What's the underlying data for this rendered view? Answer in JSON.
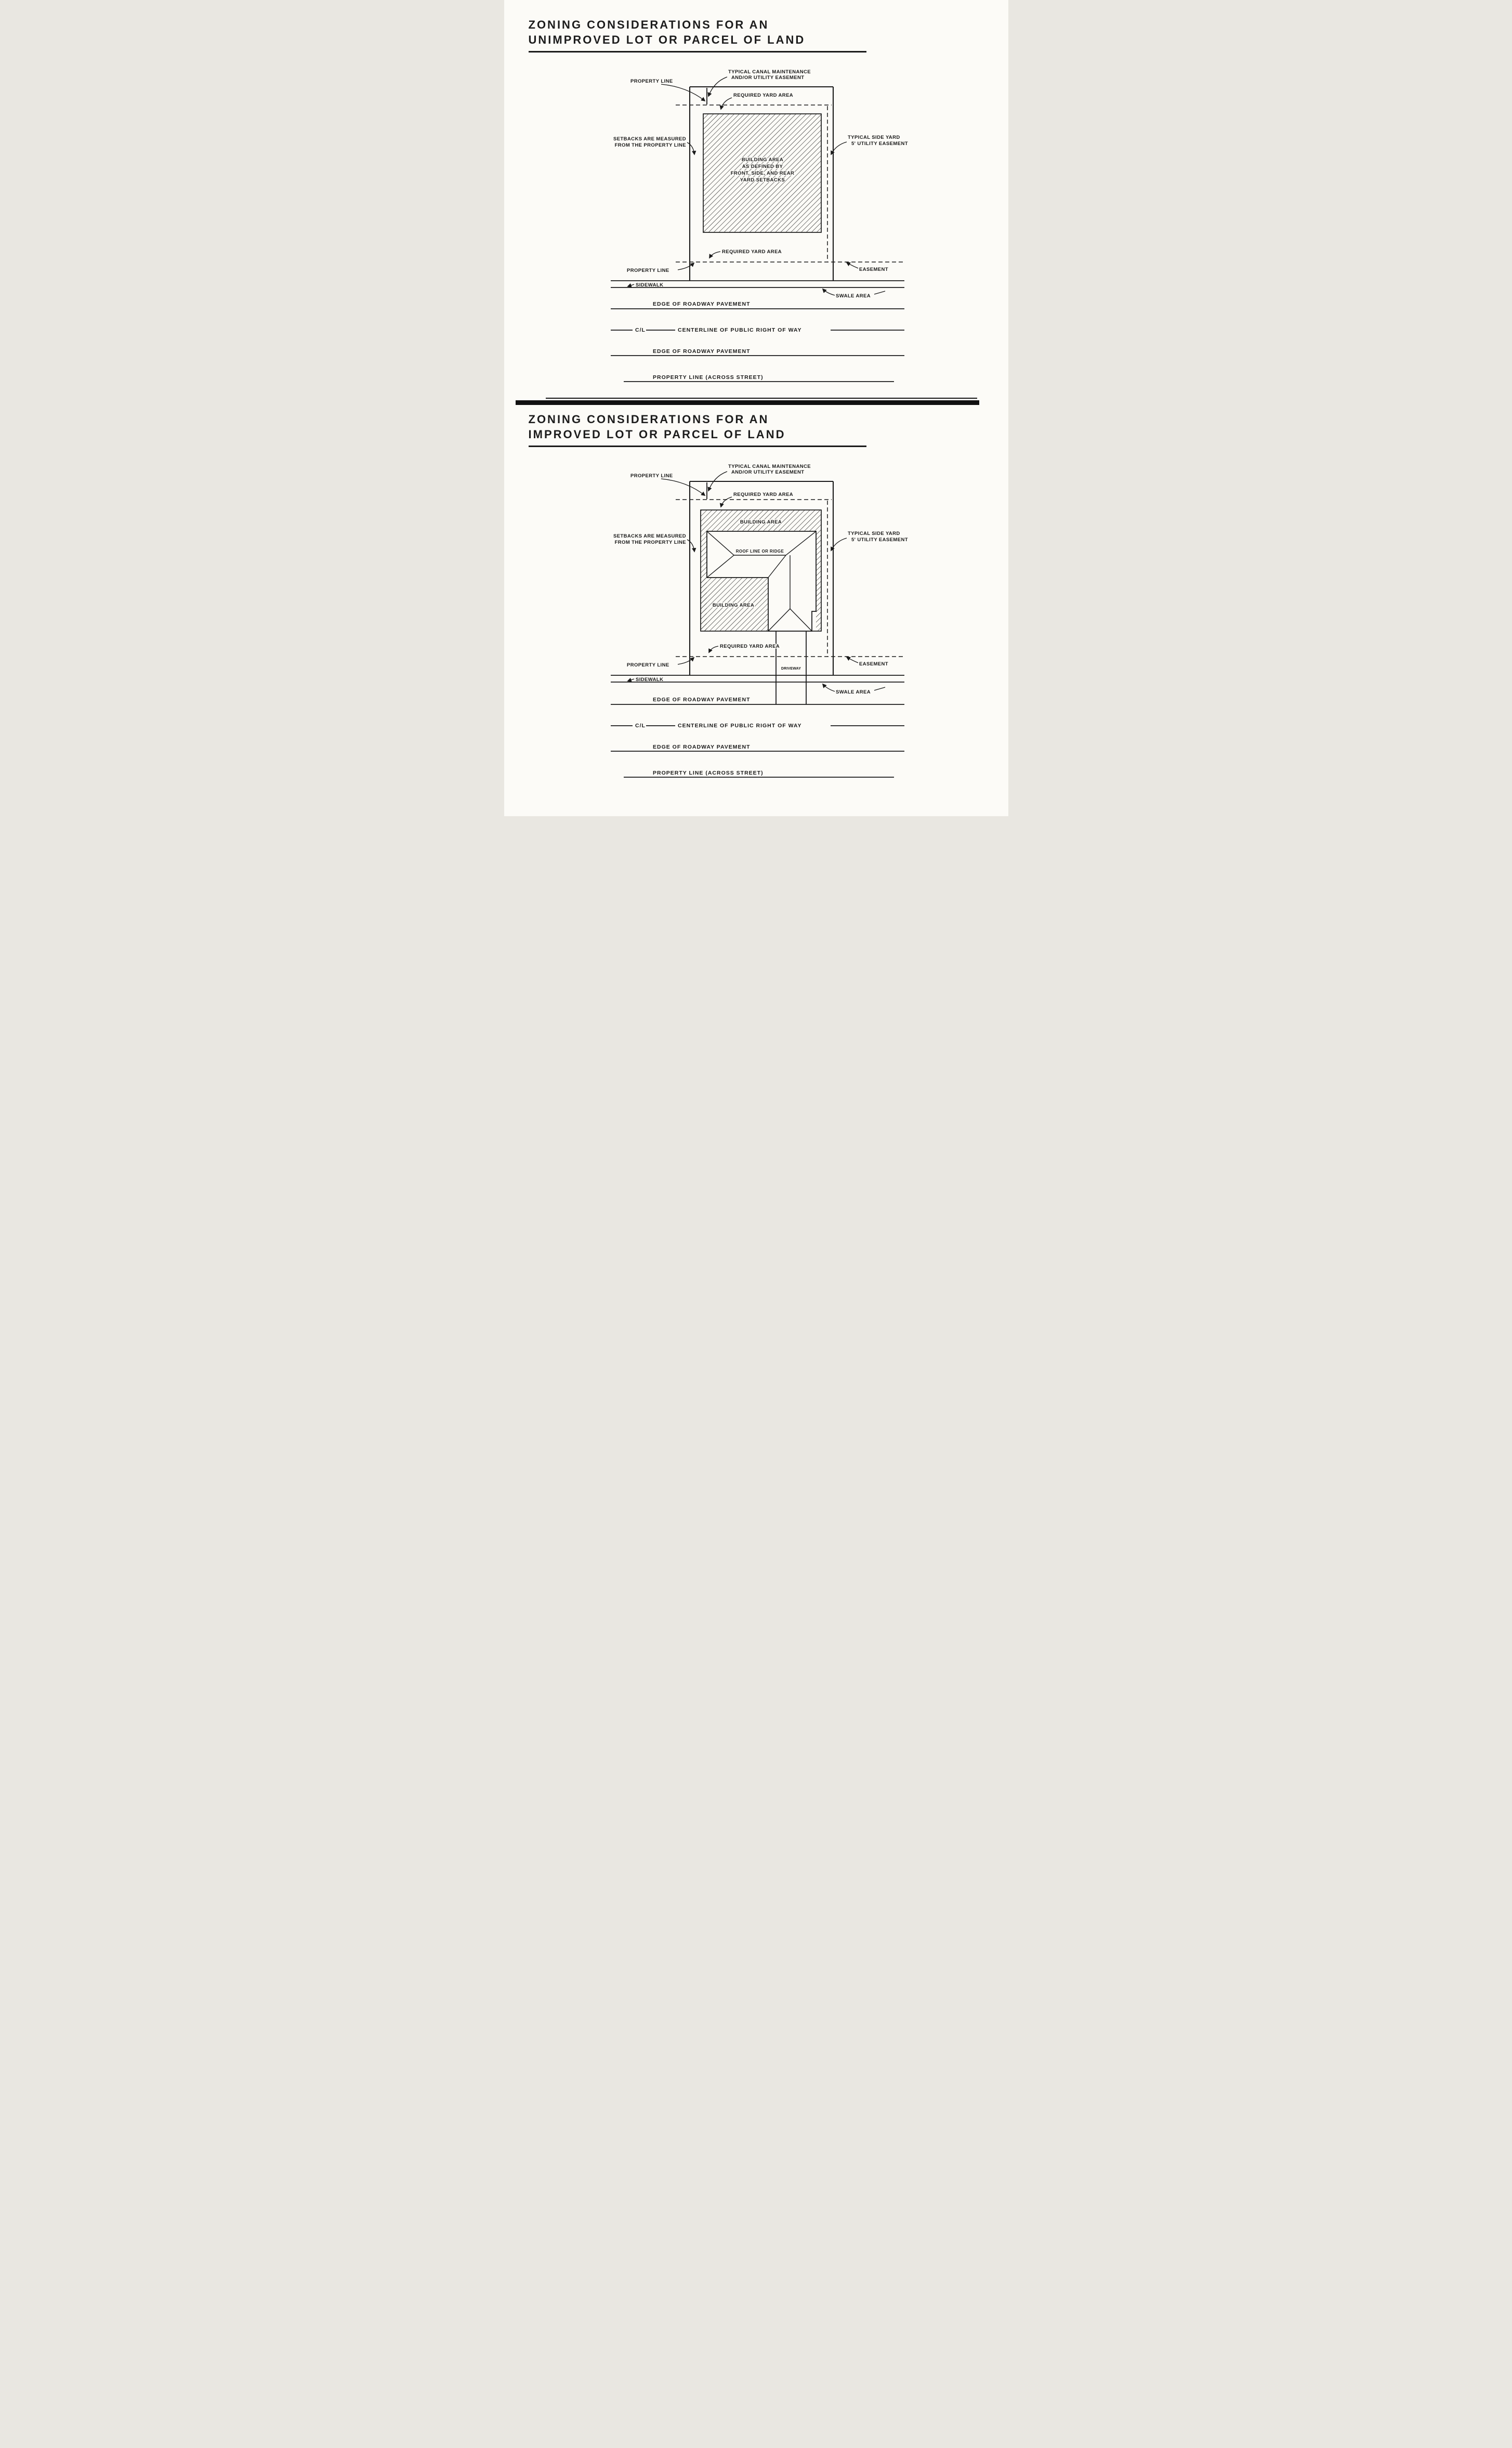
{
  "style": {
    "ink": "#1a1a1a",
    "paper": "#fcfbf7"
  },
  "section1": {
    "title1": "ZONING CONSIDERATIONS FOR AN",
    "title2": "UNIMPROVED LOT OR PARCEL OF LAND",
    "labels": {
      "canal1": "TYPICAL CANAL MAINTENANCE",
      "canal2": "AND/OR UTILITY EASEMENT",
      "property_line_top": "PROPERTY LINE",
      "required_yard_top": "REQUIRED YARD AREA",
      "setbacks1": "SETBACKS ARE MEASURED",
      "setbacks2": "FROM THE PROPERTY LINE",
      "side_yard1": "TYPICAL SIDE YARD",
      "side_yard2": "5' UTILITY EASEMENT",
      "building1": "BUILDING AREA",
      "building2": "AS DEFINED BY",
      "building3": "FRONT, SIDE, AND REAR",
      "building4": "YARD SETBACKS",
      "required_yard_bottom": "REQUIRED YARD AREA",
      "property_line_bottom": "PROPERTY LINE",
      "easement": "EASEMENT",
      "sidewalk": "SIDEWALK",
      "swale": "SWALE AREA",
      "edge1": "EDGE OF ROADWAY PAVEMENT",
      "cl": "C/L",
      "centerline": "CENTERLINE OF PUBLIC RIGHT OF WAY",
      "edge2": "EDGE OF ROADWAY PAVEMENT",
      "property_across": "PROPERTY LINE (ACROSS STREET)"
    }
  },
  "section2": {
    "title1": "ZONING CONSIDERATIONS FOR AN",
    "title2": "IMPROVED LOT OR PARCEL OF LAND",
    "labels": {
      "canal1": "TYPICAL CANAL MAINTENANCE",
      "canal2": "AND/OR UTILITY EASEMENT",
      "property_line_top": "PROPERTY LINE",
      "required_yard_top": "REQUIRED YARD AREA",
      "setbacks1": "SETBACKS ARE MEASURED",
      "setbacks2": "FROM THE PROPERTY LINE",
      "side_yard1": "TYPICAL SIDE YARD",
      "side_yard2": "5' UTILITY EASEMENT",
      "building_top": "BUILDING AREA",
      "roof": "ROOF LINE OR RIDGE",
      "building_left": "BUILDING AREA",
      "required_yard_bottom": "REQUIRED YARD AREA",
      "property_line_bottom": "PROPERTY LINE",
      "driveway": "DRIVEWAY",
      "easement": "EASEMENT",
      "sidewalk": "SIDEWALK",
      "swale": "SWALE AREA",
      "edge1": "EDGE OF ROADWAY PAVEMENT",
      "cl": "C/L",
      "centerline": "CENTERLINE OF PUBLIC RIGHT OF WAY",
      "edge2": "EDGE OF ROADWAY PAVEMENT",
      "property_across": "PROPERTY LINE (ACROSS STREET)"
    }
  }
}
